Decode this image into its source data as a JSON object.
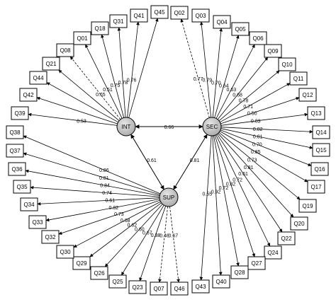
{
  "diagram": {
    "factors": [
      {
        "id": "INT",
        "label": "INT"
      },
      {
        "id": "SEC",
        "label": "SEC"
      },
      {
        "id": "SUP",
        "label": "SUP"
      }
    ],
    "correlations": [
      {
        "from": "INT",
        "to": "SEC",
        "label": "0.66"
      },
      {
        "from": "INT",
        "to": "SUP",
        "label": "0.61"
      },
      {
        "from": "SEC",
        "to": "SUP",
        "label": "0.81"
      }
    ],
    "indicators": [
      {
        "label": "Q02",
        "factor": "SEC",
        "loading": "0.77",
        "dashed": true
      },
      {
        "label": "Q03",
        "factor": "SEC",
        "loading": "0.79",
        "dashed": false
      },
      {
        "label": "Q04",
        "factor": "SEC",
        "loading": "0.70",
        "dashed": false
      },
      {
        "label": "Q05",
        "factor": "SEC",
        "loading": "0.64",
        "dashed": false
      },
      {
        "label": "Q06",
        "factor": "SEC",
        "loading": "0.63",
        "dashed": false
      },
      {
        "label": "Q09",
        "factor": "SEC",
        "loading": "0.68",
        "dashed": false
      },
      {
        "label": "Q10",
        "factor": "SEC",
        "loading": "0.78",
        "dashed": false
      },
      {
        "label": "Q11",
        "factor": "SEC",
        "loading": "0.71",
        "dashed": false
      },
      {
        "label": "Q12",
        "factor": "SEC",
        "loading": "0.50",
        "dashed": false
      },
      {
        "label": "Q13",
        "factor": "SEC",
        "loading": "0.83",
        "dashed": false
      },
      {
        "label": "Q14",
        "factor": "SEC",
        "loading": "0.82",
        "dashed": false
      },
      {
        "label": "Q15",
        "factor": "SEC",
        "loading": "0.81",
        "dashed": false
      },
      {
        "label": "Q16",
        "factor": "SEC",
        "loading": "0.70",
        "dashed": false
      },
      {
        "label": "Q17",
        "factor": "SEC",
        "loading": "0.85",
        "dashed": false
      },
      {
        "label": "Q19",
        "factor": "SEC",
        "loading": "0.73",
        "dashed": false
      },
      {
        "label": "Q20",
        "factor": "SEC",
        "loading": "0.81",
        "dashed": false
      },
      {
        "label": "Q22",
        "factor": "SEC",
        "loading": "0.61",
        "dashed": false
      },
      {
        "label": "Q24",
        "factor": "SEC",
        "loading": "0.72",
        "dashed": false
      },
      {
        "label": "Q27",
        "factor": "SEC",
        "loading": "0.82",
        "dashed": false
      },
      {
        "label": "Q28",
        "factor": "SEC",
        "loading": "0.72",
        "dashed": false
      },
      {
        "label": "Q40",
        "factor": "SEC",
        "loading": "0.92",
        "dashed": false
      },
      {
        "label": "Q43",
        "factor": "SEC",
        "loading": "0.55",
        "dashed": false
      },
      {
        "label": "Q46",
        "factor": "SUP",
        "loading": "0.67",
        "dashed": true
      },
      {
        "label": "Q07",
        "factor": "SUP",
        "loading": "0.46",
        "dashed": true
      },
      {
        "label": "Q23",
        "factor": "SUP",
        "loading": "0.38",
        "dashed": false
      },
      {
        "label": "Q25",
        "factor": "SUP",
        "loading": "0.67",
        "dashed": false
      },
      {
        "label": "Q26",
        "factor": "SUP",
        "loading": "0.60",
        "dashed": false
      },
      {
        "label": "Q29",
        "factor": "SUP",
        "loading": "0.62",
        "dashed": false
      },
      {
        "label": "Q30",
        "factor": "SUP",
        "loading": "0.68",
        "dashed": false
      },
      {
        "label": "Q32",
        "factor": "SUP",
        "loading": "0.73",
        "dashed": false
      },
      {
        "label": "Q33",
        "factor": "SUP",
        "loading": "0.82",
        "dashed": false
      },
      {
        "label": "Q34",
        "factor": "SUP",
        "loading": "0.61",
        "dashed": false
      },
      {
        "label": "Q35",
        "factor": "SUP",
        "loading": "0.74",
        "dashed": false
      },
      {
        "label": "Q36",
        "factor": "SUP",
        "loading": "0.84",
        "dashed": false
      },
      {
        "label": "Q37",
        "factor": "SUP",
        "loading": "0.81",
        "dashed": false
      },
      {
        "label": "Q38",
        "factor": "SUP",
        "loading": "0.86",
        "dashed": false
      },
      {
        "label": "Q39",
        "factor": "INT",
        "loading": "0.53",
        "dashed": false
      },
      {
        "label": "Q42",
        "factor": "INT",
        "loading": "",
        "dashed": false
      },
      {
        "label": "Q44",
        "factor": "INT",
        "loading": "",
        "dashed": false
      },
      {
        "label": "Q21",
        "factor": "INT",
        "loading": "",
        "dashed": false
      },
      {
        "label": "Q08",
        "factor": "INT",
        "loading": "0.65",
        "dashed": true
      },
      {
        "label": "Q01",
        "factor": "INT",
        "loading": "0.51",
        "dashed": false
      },
      {
        "label": "Q18",
        "factor": "INT",
        "loading": "0.75",
        "dashed": false
      },
      {
        "label": "Q31",
        "factor": "INT",
        "loading": "0.78",
        "dashed": false
      },
      {
        "label": "Q41",
        "factor": "INT",
        "loading": "0.76",
        "dashed": false
      },
      {
        "label": "Q45",
        "factor": "INT",
        "loading": "",
        "dashed": false
      }
    ]
  }
}
